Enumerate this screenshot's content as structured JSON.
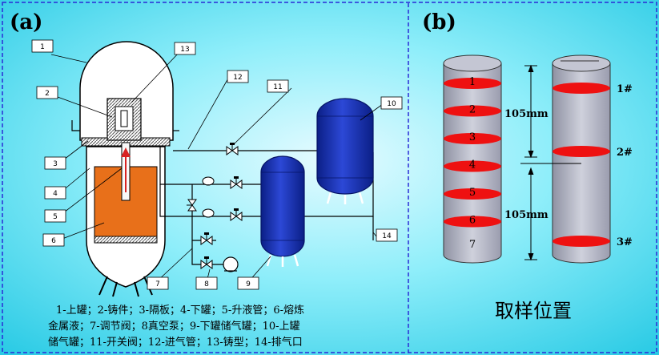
{
  "panel_a": {
    "label": "(a)"
  },
  "panel_b": {
    "label": "(b)"
  },
  "callouts": [
    "1",
    "2",
    "3",
    "4",
    "5",
    "6",
    "7",
    "8",
    "9",
    "10",
    "11",
    "12",
    "13",
    "14"
  ],
  "legend_lines": [
    "1-上罐；2-铸件；3-隔板；4-下罐；5-升液管；6-熔炼",
    "金属液；7-调节阀；8真空泵；9-下罐储气罐；10-上罐",
    "储气罐；11-开关阀；12-进气管；13-铸型；14-排气口"
  ],
  "sample_cylinder": {
    "slice_labels": [
      "1",
      "2",
      "3",
      "4",
      "5",
      "6",
      "7"
    ]
  },
  "position_cylinder": {
    "labels": [
      "1#",
      "2#",
      "3#"
    ],
    "spacing": [
      "105mm",
      "105mm"
    ]
  },
  "caption": "取样位置",
  "colors": {
    "background": "#5fe0f2",
    "border": "#2b2bd6",
    "tank_blue": "#1a2fa8",
    "melt": "#e8701a",
    "slice_red": "#ee1111",
    "cylinder_gray": "#b9bbc8"
  }
}
